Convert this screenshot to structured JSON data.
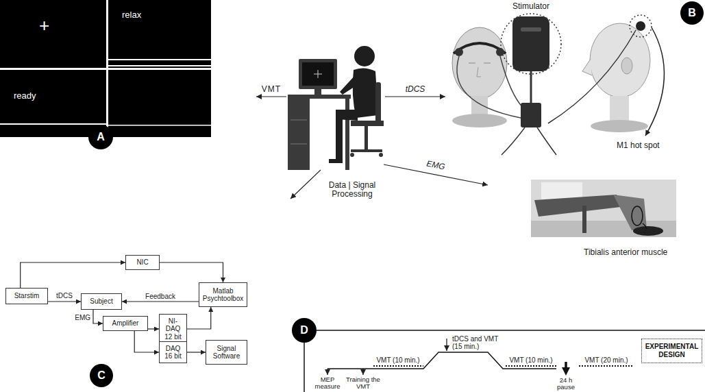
{
  "diagram": {
    "nodes": [
      {
        "text": [
          "+"
        ]
      },
      {
        "text": [
          "relax"
        ]
      },
      {
        "text": [
          "ready"
        ]
      },
      {
        "text": [
          "A"
        ]
      },
      {
        "text": [
          "B"
        ]
      },
      {
        "text": [
          "Starstim"
        ]
      },
      {
        "text": [
          "NIC"
        ]
      },
      {
        "text": [
          "Subject"
        ]
      },
      {
        "text": [
          "Matlab Psychtoolbox"
        ]
      },
      {
        "text": [
          "Amplifier"
        ]
      },
      {
        "text": [
          "NI-DAQ 12 bit"
        ]
      },
      {
        "text": [
          "DAQ 16 bit"
        ]
      },
      {
        "text": [
          "Signal Software"
        ]
      },
      {
        "text": [
          "C"
        ]
      },
      {
        "text": [
          "D"
        ]
      },
      {
        "text": [
          "EXPERIMENTAL DESIGN"
        ]
      }
    ],
    "edges": [
      {
        "from": 5,
        "to": 6,
        "arrow": "to"
      },
      {
        "from": 6,
        "to": 8,
        "arrow": "to"
      },
      {
        "from": 5,
        "to": 7,
        "label": "tDCS",
        "arrow": "to"
      },
      {
        "from": 8,
        "to": 7,
        "label": "Feedback",
        "arrow": "to"
      },
      {
        "from": 7,
        "to": 9,
        "label": "EMG",
        "arrow": "to"
      },
      {
        "from": 9,
        "to": 10,
        "arrow": "to"
      },
      {
        "from": 9,
        "to": 11,
        "arrow": "to"
      },
      {
        "from": 10,
        "to": 8,
        "arrow": "to"
      },
      {
        "from": 11,
        "to": 12,
        "arrow": "to"
      }
    ],
    "labels": [
      "VMT",
      "tDCS",
      "EMG",
      "Data | Signal Processing",
      "Stimulator",
      "M1 hot spot",
      "Tibialis anterior muscle",
      "VMT (10 min.)",
      "tDCS and VMT (15 min.)",
      "VMT (10 min.)",
      "VMT (20 min.)",
      "MEP measure",
      "Training the VMT",
      "24 h pause"
    ]
  }
}
